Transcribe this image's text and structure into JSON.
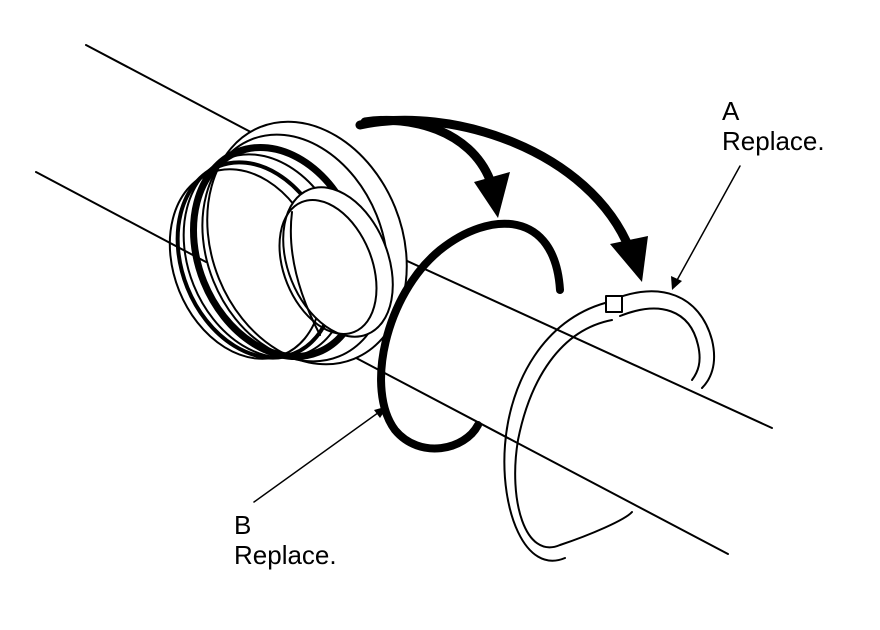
{
  "callouts": {
    "a": {
      "letter": "A",
      "text": "Replace."
    },
    "b": {
      "letter": "B",
      "text": "Replace."
    }
  },
  "colors": {
    "line": "#000000",
    "background": "#ffffff"
  }
}
